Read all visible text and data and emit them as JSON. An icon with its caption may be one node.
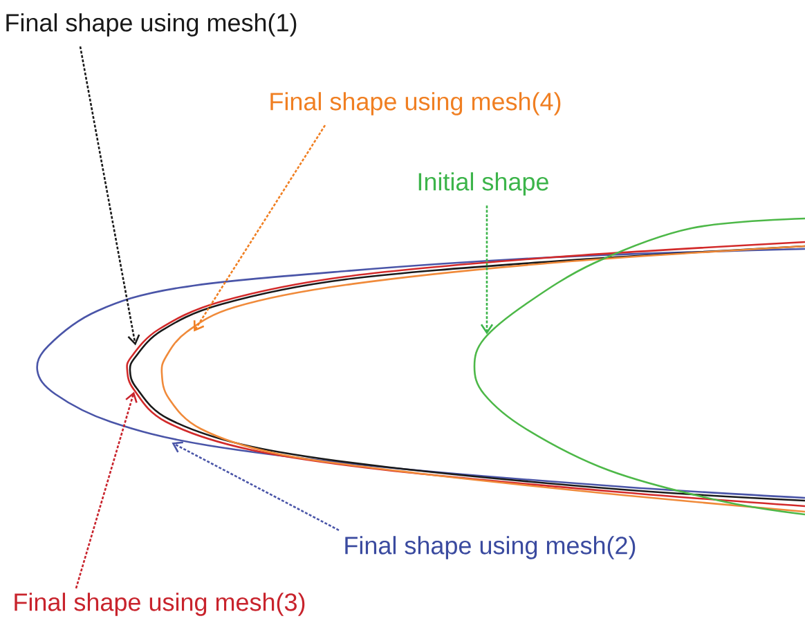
{
  "diagram": {
    "nodes": [
      {
        "text": [
          "Final shape using mesh(1)"
        ]
      },
      {
        "text": [
          "Final shape using mesh(4)"
        ]
      },
      {
        "text": [
          "Initial shape"
        ]
      },
      {
        "text": [
          "Final shape using mesh(2)"
        ]
      },
      {
        "text": [
          "Final shape using mesh(3)"
        ]
      },
      {
        "text": [],
        "shape": "curve"
      },
      {
        "text": [],
        "shape": "curve"
      },
      {
        "text": [],
        "shape": "curve"
      },
      {
        "text": [],
        "shape": "curve"
      },
      {
        "text": [],
        "shape": "curve"
      }
    ],
    "edges": [
      {
        "from": 0,
        "to": 7,
        "arrow": "to",
        "style": "dashed",
        "color": "#1a1a1a"
      },
      {
        "from": 1,
        "to": 8,
        "arrow": "to",
        "style": "dashed",
        "color": "#f07f22"
      },
      {
        "from": 2,
        "to": 9,
        "arrow": "to",
        "style": "dashed",
        "color": "#3cb44a"
      },
      {
        "from": 3,
        "to": 5,
        "arrow": "to",
        "style": "dashed",
        "color": "#4a55a8"
      },
      {
        "from": 4,
        "to": 6,
        "arrow": "to",
        "style": "dashed",
        "color": "#c8232c"
      }
    ]
  }
}
